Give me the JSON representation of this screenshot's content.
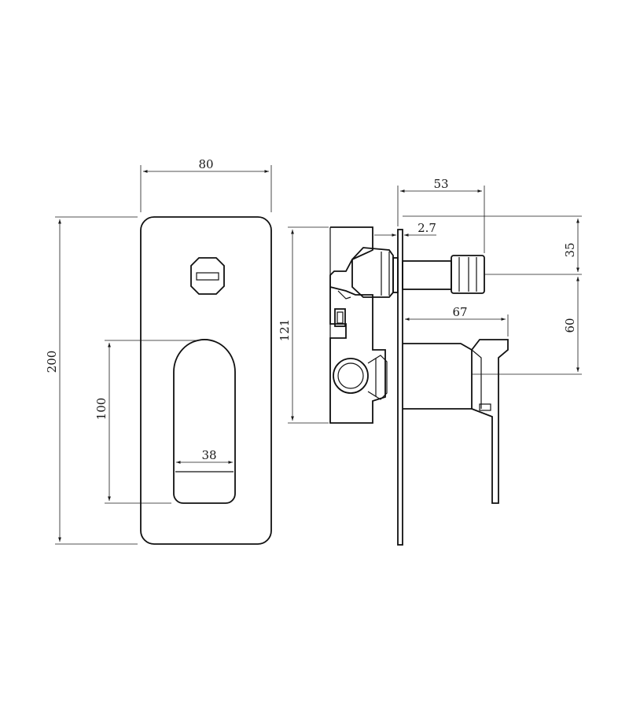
{
  "dimensions": {
    "plate_width": "80",
    "plate_height": "200",
    "lever_height": "100",
    "lever_width": "38",
    "body_height": "121",
    "side_depth": "53",
    "plate_thickness": "2.7",
    "spindle_offset": "35",
    "spout_offset": "60",
    "lever_projection": "67"
  },
  "colors": {
    "line": "#111111",
    "background": "#ffffff"
  }
}
